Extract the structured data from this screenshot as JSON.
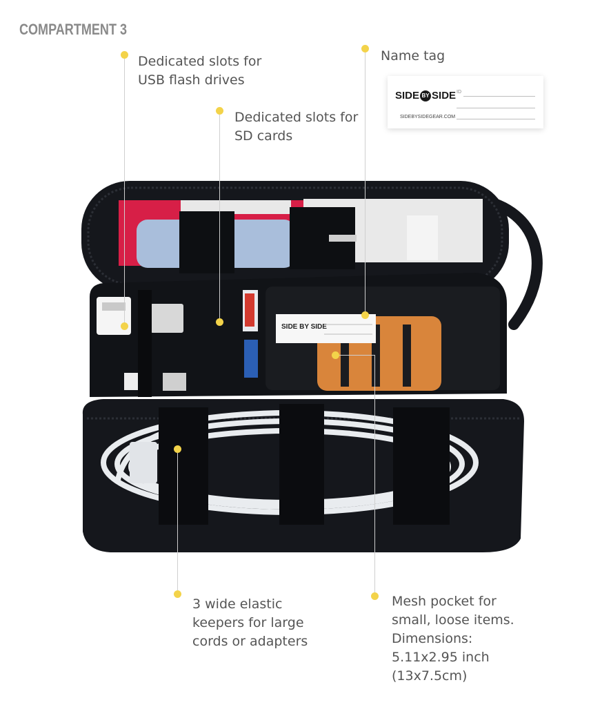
{
  "title": "COMPARTMENT 3",
  "callouts": {
    "usb": {
      "line1": "Dedicated slots for",
      "line2": "USB flash drives"
    },
    "sd": {
      "line1": "Dedicated slots for",
      "line2": "SD cards"
    },
    "nametag": {
      "line1": "Name tag"
    },
    "elastic": {
      "line1": "3 wide elastic",
      "line2": "keepers for large",
      "line3": "cords or adapters"
    },
    "mesh": {
      "line1": "Mesh pocket for",
      "line2": "small, loose items.",
      "line3": "Dimensions:",
      "line4": "5.11x2.95 inch",
      "line5": "(13x7.5cm)"
    }
  },
  "name_tag": {
    "brand_left": "SIDE",
    "brand_mid": "BY",
    "brand_right": "SIDE",
    "field": "ID",
    "website": "SIDEBYSIDEGEAR.COM"
  },
  "colors": {
    "dot": "#f3d34a",
    "case": "#15171c",
    "mesh": "#d9853b",
    "cable": "#e9ecef"
  }
}
